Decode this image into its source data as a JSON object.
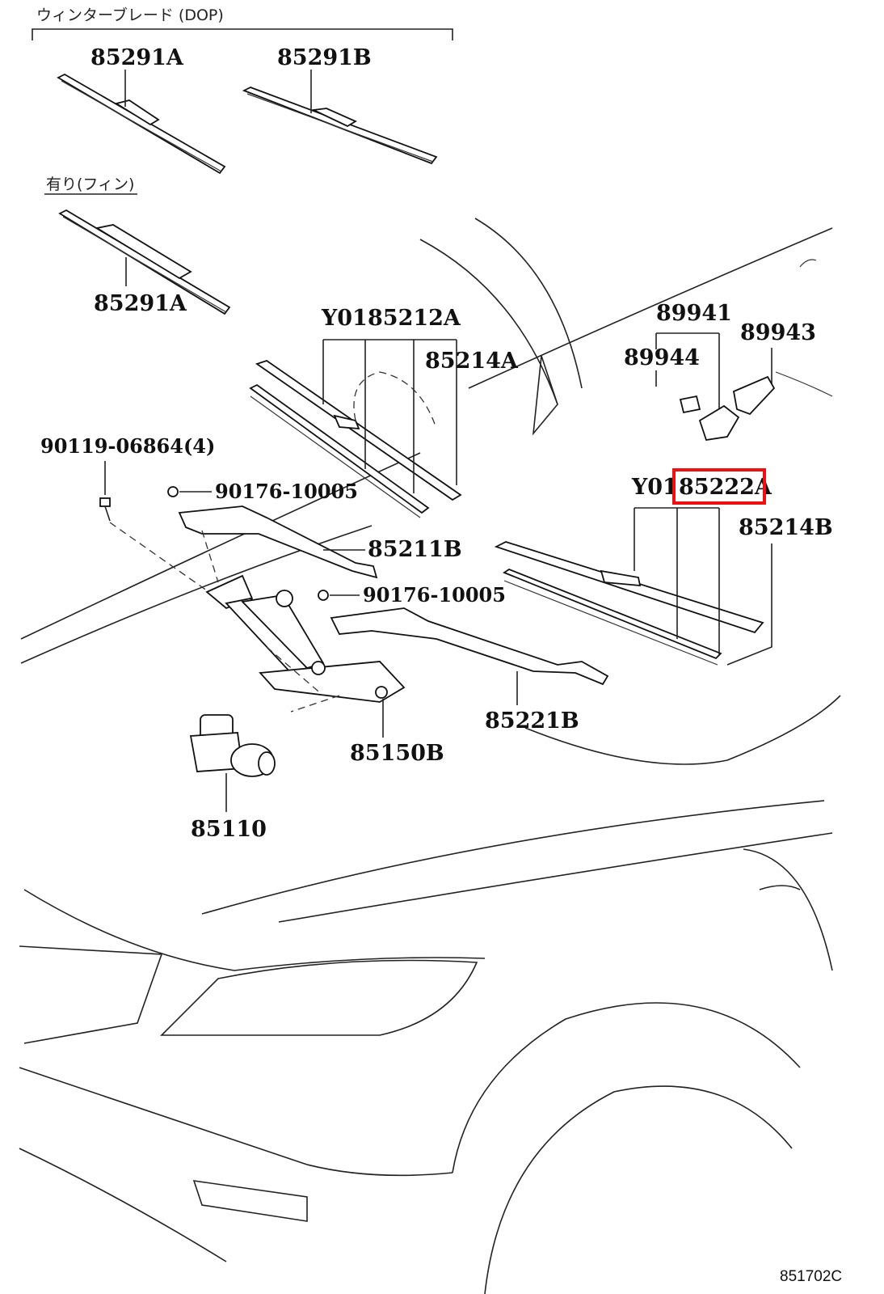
{
  "notes": {
    "winter_blade": "ウィンターブレード (DOP)",
    "with_fin": "有り(フィン)"
  },
  "labels": {
    "p85291A_top": "85291A",
    "p85291B": "85291B",
    "p85291A_fin": "85291A",
    "y01_left": "Y01",
    "p85212A": "85212A",
    "p85214A": "85214A",
    "p90119": "90119-06864(4)",
    "p90176_a": "90176-10005",
    "p85211B": "85211B",
    "p90176_b": "90176-10005",
    "p89941": "89941",
    "p89943": "89943",
    "p89944": "89944",
    "y01_right": "Y01",
    "p85222A": "85222A",
    "p85214B": "85214B",
    "p85221B": "85221B",
    "p85150B": "85150B",
    "p85110": "85110"
  },
  "highlight": {
    "part": "85222A",
    "color": "#e11111"
  },
  "diagram_code": "851702C"
}
